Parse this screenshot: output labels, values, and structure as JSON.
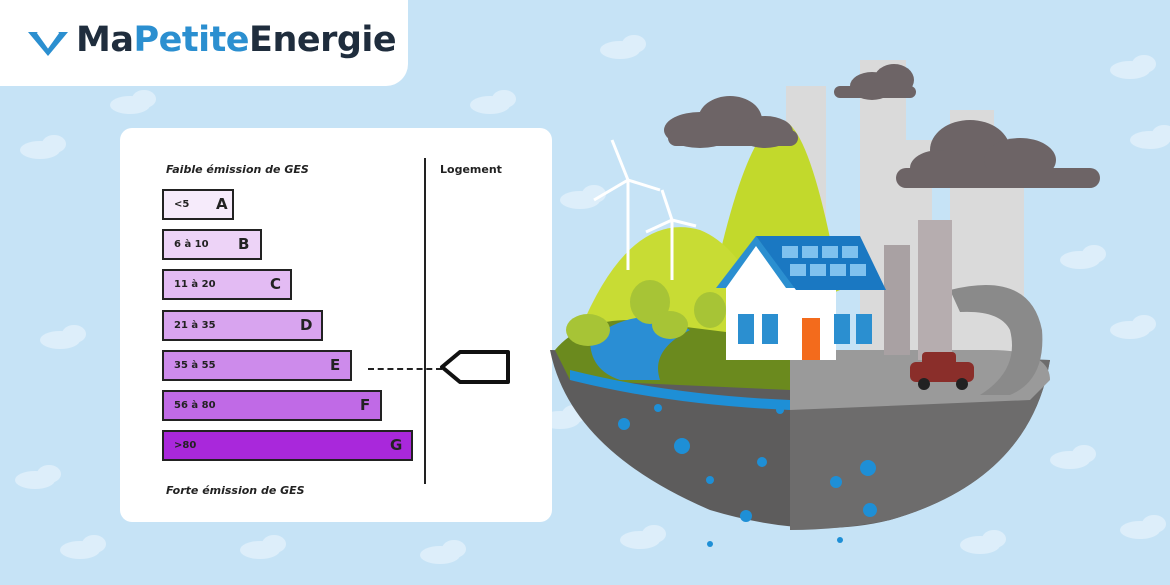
{
  "brand": {
    "name_part1": "Ma",
    "name_part2": "Petite",
    "name_part3": "Energie",
    "text_color": "#1f2d3d",
    "accent_color": "#2b8fd0",
    "logo_icon": "heart-wave-icon"
  },
  "chart": {
    "top_label": "Faible émission de GES",
    "bottom_label": "Forte émission de GES",
    "column_label": "Logement",
    "selected_class": "E",
    "classes": [
      {
        "range": "<5",
        "letter": "A",
        "color": "#f6ebfb"
      },
      {
        "range": "6 à 10",
        "letter": "B",
        "color": "#edd3f7"
      },
      {
        "range": "11 à 20",
        "letter": "C",
        "color": "#e3bbf3"
      },
      {
        "range": "21 à 35",
        "letter": "D",
        "color": "#d8a4ef"
      },
      {
        "range": "35 à 55",
        "letter": "E",
        "color": "#cd8beb"
      },
      {
        "range": "56 à 80",
        "letter": "F",
        "color": "#c06ae6"
      },
      {
        "range": ">80",
        "letter": "G",
        "color": "#a928db"
      }
    ]
  },
  "scene": {
    "description_icon": "floating-island-house-illustration"
  }
}
